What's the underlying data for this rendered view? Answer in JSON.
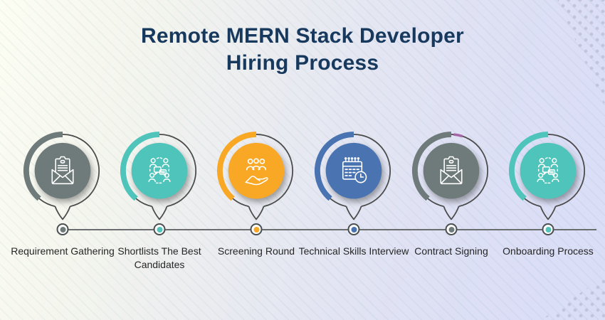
{
  "title": {
    "line1": "Remote MERN Stack Developer",
    "line2": "Hiring Process",
    "color": "#17395e"
  },
  "steps": [
    {
      "label": "Requirement Gathering",
      "color": "#6f7b7a",
      "icon": "envelope-letter-icon"
    },
    {
      "label": "Shortlists The Best Candidates",
      "color": "#4ec4ba",
      "icon": "team-chat-icon"
    },
    {
      "label": "Screening Round",
      "color": "#f9a826",
      "icon": "candidates-hand-icon"
    },
    {
      "label": "Technical Skills Interview",
      "color": "#4a74b1",
      "icon": "calendar-clock-icon"
    },
    {
      "label": "Contract Signing",
      "color": "#6f7b7a",
      "icon": "envelope-letter-icon",
      "arc_tip_color": "#a864a8"
    },
    {
      "label": "Onboarding Process",
      "color": "#4ec4ba",
      "icon": "team-chat-icon"
    }
  ],
  "timeline": {
    "line_color": "#6a6e6f",
    "dot_ring_color": "#4a4f50",
    "bubble_outline_color": "#4b4b4b"
  },
  "background": {
    "gradient_start": "#fcfdf3",
    "gradient_end": "#d9ddf6",
    "pattern_dot_color": "#c2c5dd",
    "icon_stroke_color": "#ffffff"
  }
}
